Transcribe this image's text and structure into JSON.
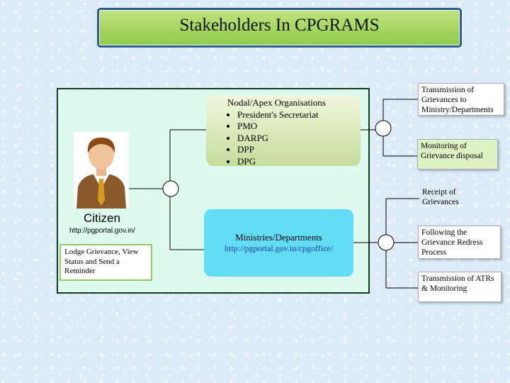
{
  "title": "Stakeholders In CPGRAMS",
  "citizen": {
    "label": "Citizen",
    "url": "http://pgportal.gov.in/",
    "action": "Lodge  Grievance, View Status and Send a Reminder"
  },
  "nodal": {
    "title": "Nodal/Apex Organisations",
    "items": [
      "President's Secretariat",
      "PMO",
      "DARPG",
      "DPP",
      "DPG"
    ]
  },
  "ministries": {
    "title": "Ministries/Departments",
    "url": "http://pgportal.gov.in/cpgoffice/"
  },
  "steps": {
    "transmission": "Transmission of Grievances to Ministry/Departments",
    "monitoring": "Monitoring of Grievance disposal",
    "receipt": "Receipt of Grievances",
    "following": "Following the Grievance Redress Process",
    "atr": "Transmission of ATRs & Monitoring"
  },
  "colors": {
    "title_fill": "#8ecb4a",
    "panel_fill": "#ddfaef",
    "ministries_fill": "#63dcf7",
    "line": "#000000"
  }
}
